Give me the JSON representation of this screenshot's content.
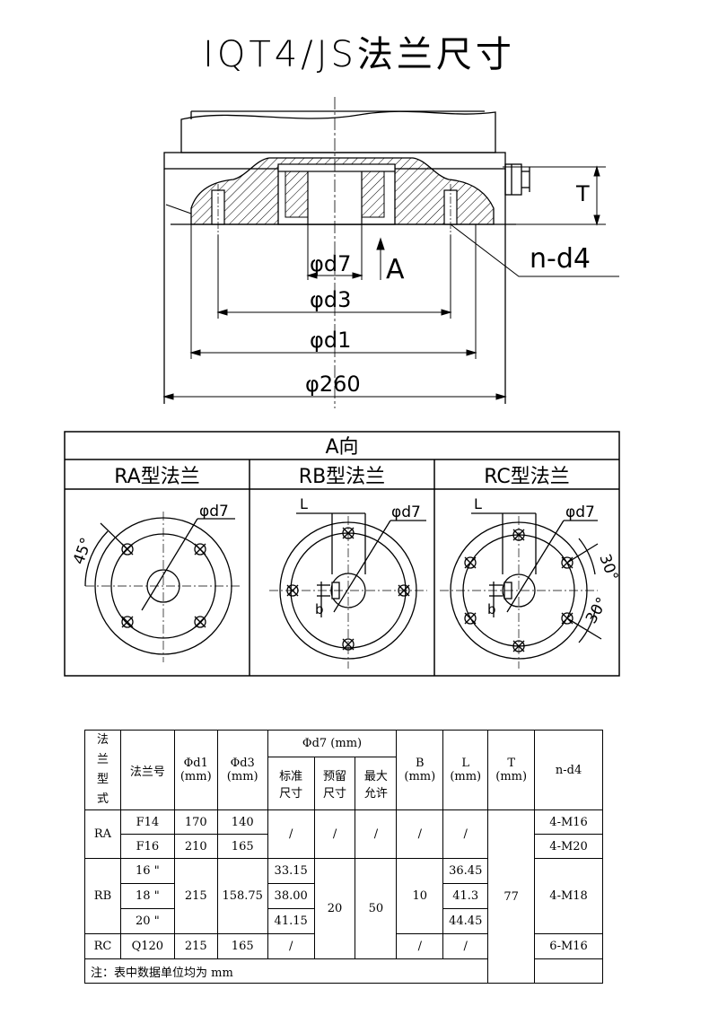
{
  "title": "IQT4/JS法兰尺寸",
  "drawing": {
    "labels": {
      "d7": "φd7",
      "A": "A",
      "d3": "φd3",
      "d1": "φd1",
      "d260": "φ260",
      "T": "T",
      "nd4": "n-d4"
    }
  },
  "views": {
    "header": "A向",
    "ra": {
      "title": "RA型法兰",
      "d7": "φd7",
      "angle": "45°"
    },
    "rb": {
      "title": "RB型法兰",
      "d7": "φd7",
      "L": "L",
      "b": "b"
    },
    "rc": {
      "title": "RC型法兰",
      "d7": "φd7",
      "L": "L",
      "b": "b",
      "angle1": "30°",
      "angle2": "30°"
    }
  },
  "table": {
    "headers": {
      "type_chars": [
        "法",
        "兰",
        "型",
        "式"
      ],
      "flange_no": "法兰号",
      "d1": [
        "Φd1",
        "(mm)"
      ],
      "d3": [
        "Φd3",
        "(mm)"
      ],
      "d7_group": "Φd7 (mm)",
      "d7_std": [
        "标准",
        "尺寸"
      ],
      "d7_reserve": [
        "预留",
        "尺寸"
      ],
      "d7_max": [
        "最大",
        "允许"
      ],
      "B": [
        "B",
        "(mm)"
      ],
      "L": [
        "L",
        "(mm)"
      ],
      "T": [
        "T",
        "(mm)"
      ],
      "nd4": "n-d4"
    },
    "ra": {
      "type": "RA",
      "rows": [
        {
          "flange": "F14",
          "d1": "170",
          "d3": "140",
          "nd4": "4-M16"
        },
        {
          "flange": "F16",
          "d1": "210",
          "d3": "165",
          "nd4": "4-M20"
        }
      ],
      "d7_std": "/",
      "d7_reserve": "/",
      "d7_max": "/",
      "B": "/",
      "L": "/"
    },
    "rb": {
      "type": "RB",
      "rows": [
        {
          "flange": "16 \"",
          "d7_std": "33.15",
          "L": "36.45"
        },
        {
          "flange": "18 \"",
          "d7_std": "38.00",
          "L": "41.3"
        },
        {
          "flange": "20 \"",
          "d7_std": "41.15",
          "L": "44.45"
        }
      ],
      "d1": "215",
      "d3": "158.75",
      "d7_reserve": "20",
      "d7_max": "50",
      "B": "10",
      "nd4": "4-M18"
    },
    "rc": {
      "type": "RC",
      "flange": "Q120",
      "d1": "215",
      "d3": "165",
      "d7_std": "/",
      "B": "/",
      "L": "/",
      "nd4": "6-M16"
    },
    "T_value": "77",
    "note": "注：表中数据单位均为 mm"
  }
}
